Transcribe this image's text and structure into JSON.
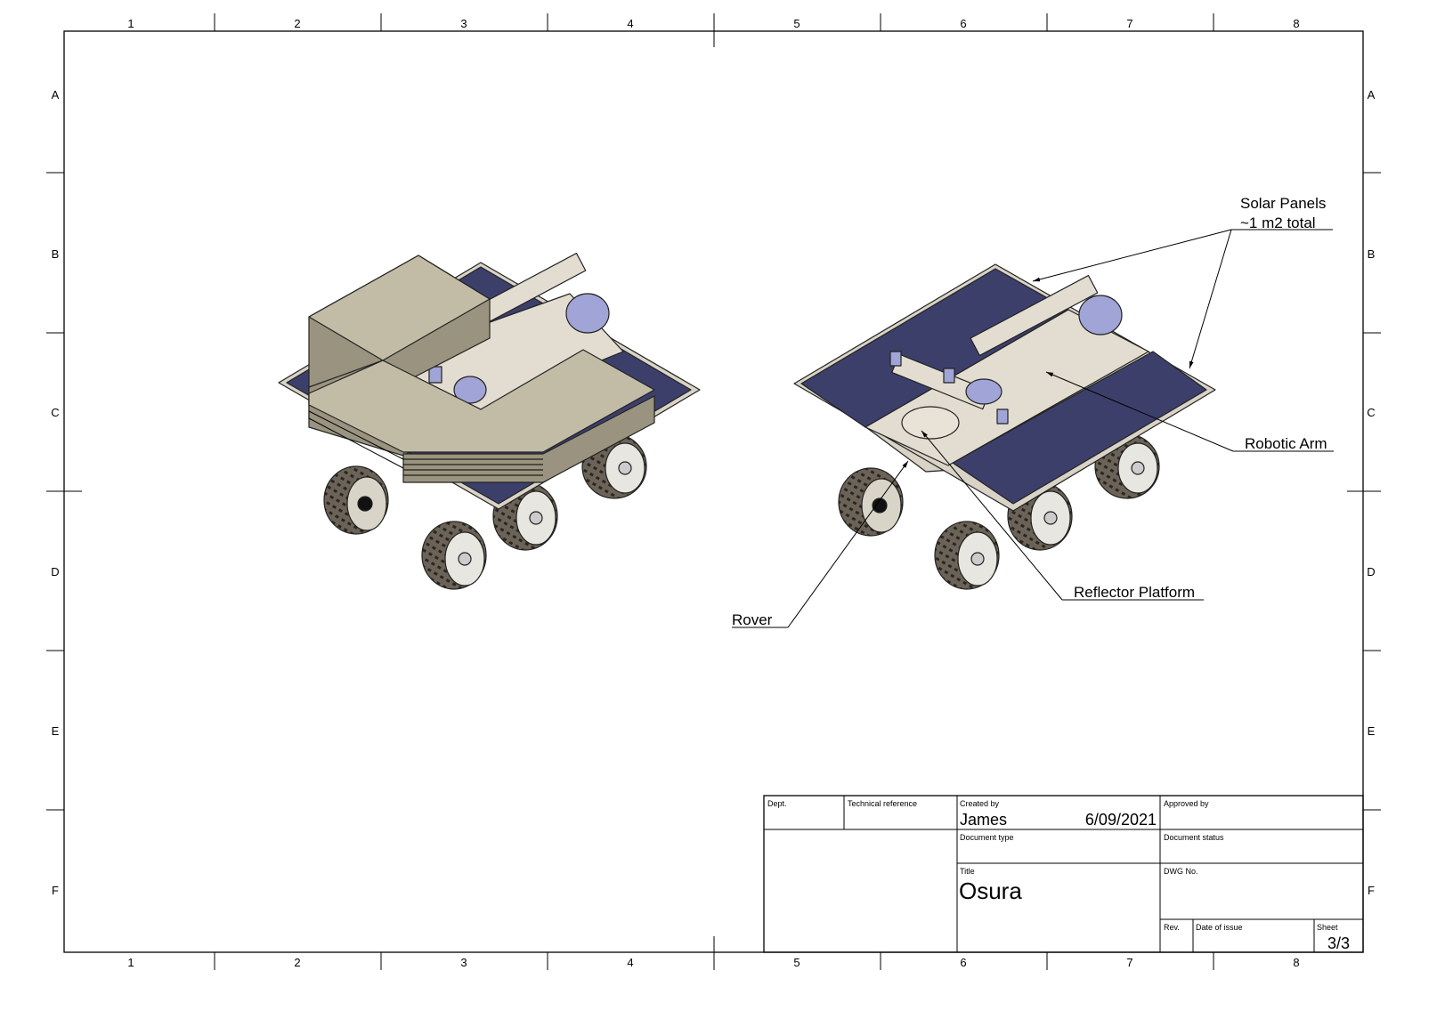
{
  "sheet": {
    "columns": [
      "1",
      "2",
      "3",
      "4",
      "5",
      "6",
      "7",
      "8"
    ],
    "rows": [
      "A",
      "B",
      "C",
      "D",
      "E",
      "F"
    ]
  },
  "annotations": {
    "solar_panels": "Solar Panels",
    "solar_area": "~1 m2 total",
    "robotic_arm": "Robotic Arm",
    "reflector_platform": "Reflector Platform",
    "rover": "Rover"
  },
  "title_block": {
    "dept_label": "Dept.",
    "tech_ref_label": "Technical reference",
    "created_by_label": "Created by",
    "created_by": "James",
    "created_date": "6/09/2021",
    "approved_by_label": "Approved by",
    "doc_type_label": "Document type",
    "doc_status_label": "Document status",
    "title_label": "Title",
    "title": "Osura",
    "dwg_no_label": "DWG No.",
    "rev_label": "Rev.",
    "date_issue_label": "Date of issue",
    "sheet_label": "Sheet",
    "sheet": "3/3"
  },
  "colors": {
    "solar_panel": "#3d3f6b",
    "plate": "#c2bba6",
    "frame_beige": "#e2ddd0",
    "arm_blue": "#a0a4d6",
    "wheel": "#6b6358"
  }
}
